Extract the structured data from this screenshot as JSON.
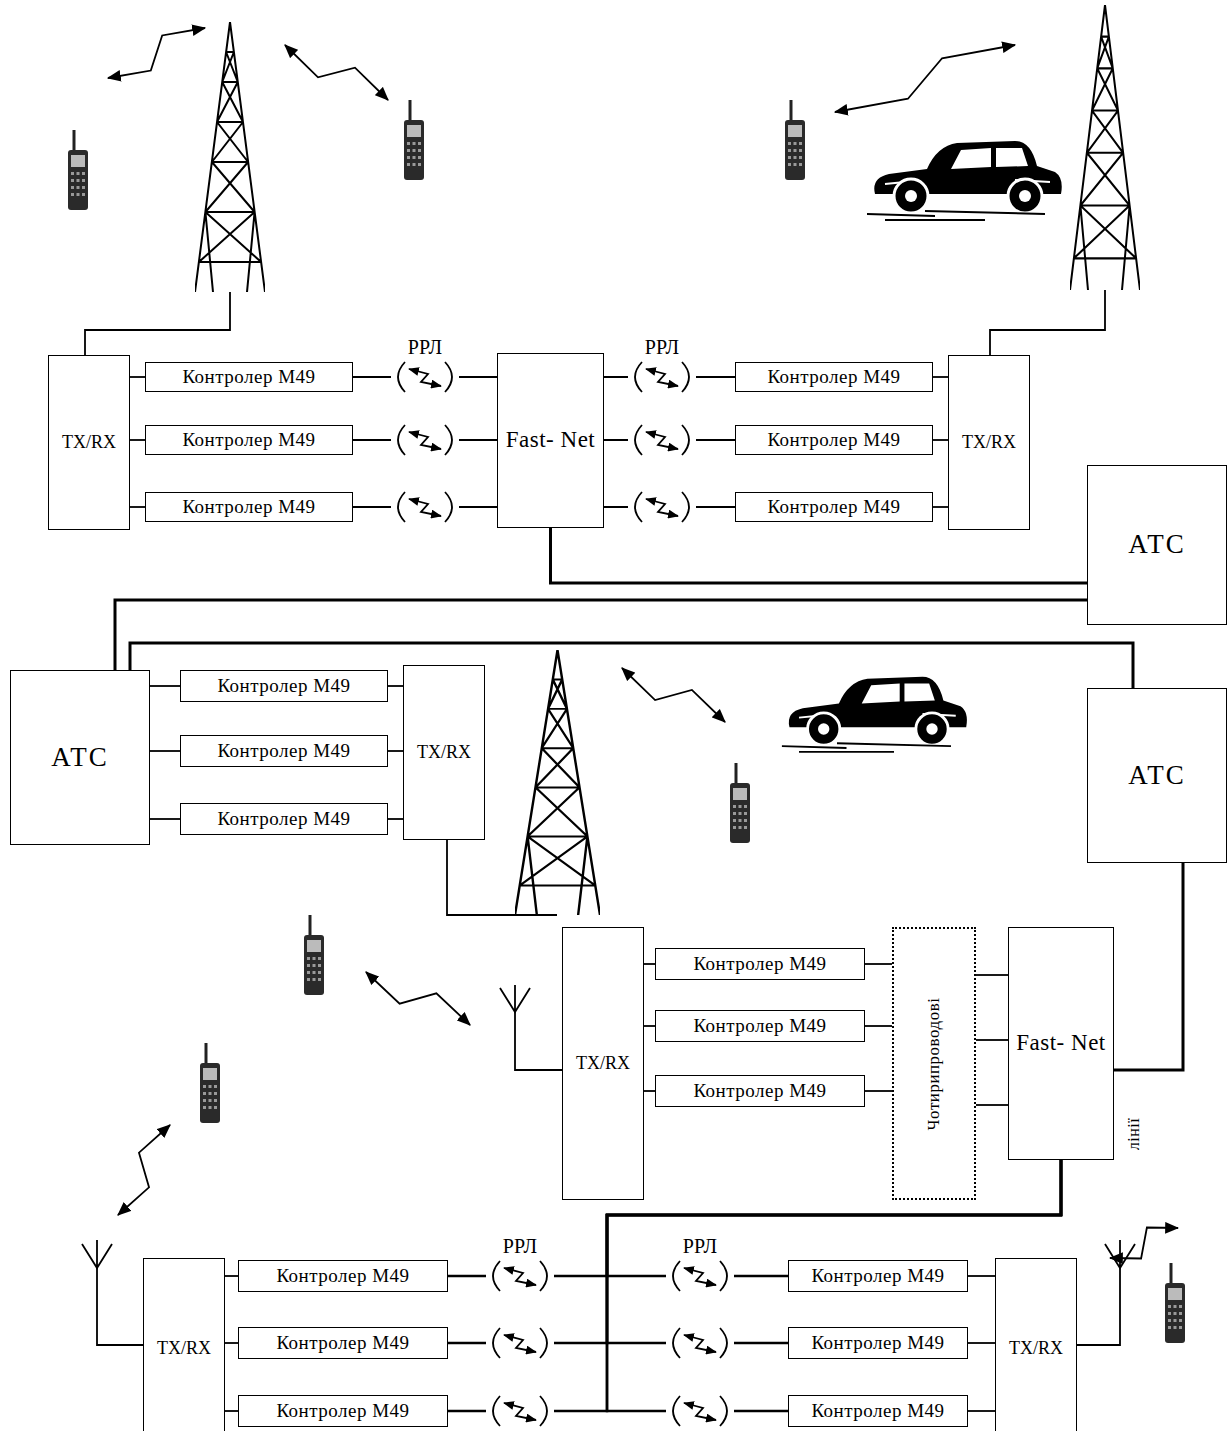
{
  "diagram": {
    "nodes": [
      {
        "text": [
          "TX/RX"
        ]
      },
      {
        "text": [
          "Контролер М49"
        ]
      },
      {
        "text": [
          "Контролер М49"
        ]
      },
      {
        "text": [
          "Контролер М49"
        ]
      },
      {
        "text": [
          "Fast- Net"
        ]
      },
      {
        "text": [
          "Контролер М49"
        ]
      },
      {
        "text": [
          "Контролер М49"
        ]
      },
      {
        "text": [
          "Контролер М49"
        ]
      },
      {
        "text": [
          "TX/RX"
        ]
      },
      {
        "text": [
          "АТС"
        ]
      },
      {
        "text": [
          "АТС"
        ]
      },
      {
        "text": [
          "Контролер М49"
        ]
      },
      {
        "text": [
          "Контролер М49"
        ]
      },
      {
        "text": [
          "Контролер М49"
        ]
      },
      {
        "text": [
          "TX/RX"
        ]
      },
      {
        "text": [
          "АТС"
        ]
      },
      {
        "text": [
          "TX/RX"
        ]
      },
      {
        "text": [
          "Контролер М49"
        ]
      },
      {
        "text": [
          "Контролер М49"
        ]
      },
      {
        "text": [
          "Контролер М49"
        ]
      },
      {
        "text": [
          "Чотирипроводові",
          "лінії"
        ]
      },
      {
        "text": [
          "Fast- Net"
        ]
      },
      {
        "text": [
          "TX/RX"
        ]
      },
      {
        "text": [
          "Контролер М49"
        ]
      },
      {
        "text": [
          "Контролер М49"
        ]
      },
      {
        "text": [
          "Контролер М49"
        ]
      },
      {
        "text": [
          "Контролер М49"
        ]
      },
      {
        "text": [
          "Контролер М49"
        ]
      },
      {
        "text": [
          "Контролер М49"
        ]
      },
      {
        "text": [
          "TX/RX"
        ]
      }
    ],
    "edges": [
      {
        "from": 0,
        "to": 1,
        "arrow": "none"
      },
      {
        "from": 0,
        "to": 2,
        "arrow": "none"
      },
      {
        "from": 0,
        "to": 3,
        "arrow": "none"
      },
      {
        "from": 1,
        "to": 4,
        "arrow": "both",
        "label": "РРЛ"
      },
      {
        "from": 2,
        "to": 4,
        "arrow": "both"
      },
      {
        "from": 3,
        "to": 4,
        "arrow": "both"
      },
      {
        "from": 4,
        "to": 5,
        "arrow": "both",
        "label": "РРЛ"
      },
      {
        "from": 4,
        "to": 6,
        "arrow": "both"
      },
      {
        "from": 4,
        "to": 7,
        "arrow": "both"
      },
      {
        "from": 5,
        "to": 8,
        "arrow": "none"
      },
      {
        "from": 6,
        "to": 8,
        "arrow": "none"
      },
      {
        "from": 7,
        "to": 8,
        "arrow": "none"
      },
      {
        "from": 4,
        "to": 9,
        "arrow": "none"
      },
      {
        "from": 9,
        "to": 10,
        "arrow": "none"
      },
      {
        "from": 10,
        "to": 15,
        "arrow": "none"
      },
      {
        "from": 10,
        "to": 11,
        "arrow": "none"
      },
      {
        "from": 10,
        "to": 12,
        "arrow": "none"
      },
      {
        "from": 10,
        "to": 13,
        "arrow": "none"
      },
      {
        "from": 11,
        "to": 14,
        "arrow": "none"
      },
      {
        "from": 12,
        "to": 14,
        "arrow": "none"
      },
      {
        "from": 13,
        "to": 14,
        "arrow": "none"
      },
      {
        "from": 15,
        "to": 21,
        "arrow": "none"
      },
      {
        "from": 16,
        "to": 17,
        "arrow": "none"
      },
      {
        "from": 16,
        "to": 18,
        "arrow": "none"
      },
      {
        "from": 16,
        "to": 19,
        "arrow": "none"
      },
      {
        "from": 17,
        "to": 20,
        "arrow": "none"
      },
      {
        "from": 18,
        "to": 20,
        "arrow": "none"
      },
      {
        "from": 19,
        "to": 20,
        "arrow": "none"
      },
      {
        "from": 20,
        "to": 21,
        "arrow": "none"
      },
      {
        "from": 20,
        "to": 21,
        "arrow": "none"
      },
      {
        "from": 20,
        "to": 21,
        "arrow": "none"
      },
      {
        "from": 21,
        "to": 23,
        "arrow": "both",
        "label": "РРЛ"
      },
      {
        "from": 21,
        "to": 24,
        "arrow": "both"
      },
      {
        "from": 21,
        "to": 25,
        "arrow": "both"
      },
      {
        "from": 21,
        "to": 26,
        "arrow": "both",
        "label": "РРЛ"
      },
      {
        "from": 21,
        "to": 27,
        "arrow": "both"
      },
      {
        "from": 21,
        "to": 28,
        "arrow": "both"
      },
      {
        "from": 22,
        "to": 23,
        "arrow": "none"
      },
      {
        "from": 22,
        "to": 24,
        "arrow": "none"
      },
      {
        "from": 22,
        "to": 25,
        "arrow": "none"
      },
      {
        "from": 26,
        "to": 29,
        "arrow": "none"
      },
      {
        "from": 27,
        "to": 29,
        "arrow": "none"
      },
      {
        "from": 28,
        "to": 29,
        "arrow": "none"
      }
    ]
  }
}
